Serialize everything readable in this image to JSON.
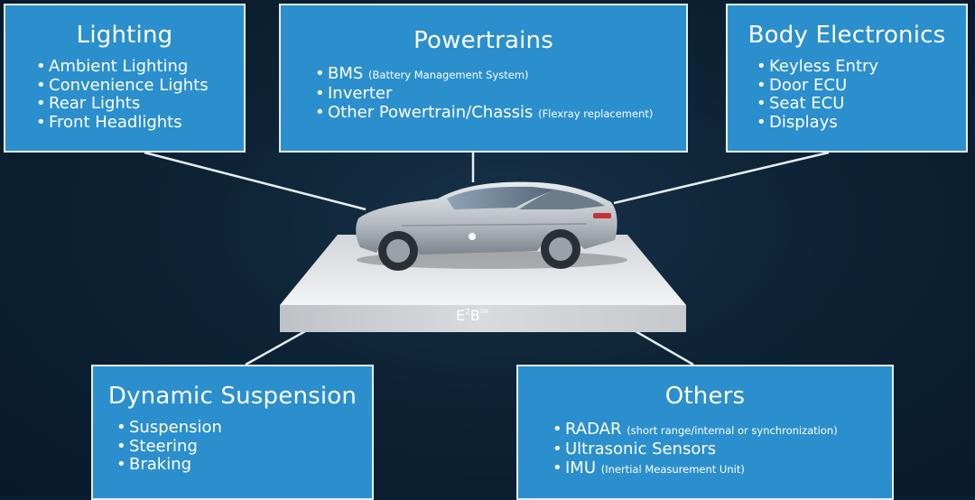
{
  "platform": {
    "label_base": "E",
    "label_exp": "2",
    "label_tail": "B",
    "label_mark": "SM"
  },
  "boxes": {
    "lighting": {
      "title": "Lighting",
      "items": [
        "Ambient Lighting",
        "Convenience Lights",
        "Rear Lights",
        "Front Headlights"
      ]
    },
    "powertrains": {
      "title": "Powertrains",
      "items": [
        {
          "text": "BMS ",
          "note": "(Battery Management System)"
        },
        {
          "text": "Inverter",
          "note": ""
        },
        {
          "text": "Other Powertrain/Chassis ",
          "note": "(Flexray replacement)"
        }
      ]
    },
    "body": {
      "title": "Body Electronics",
      "items": [
        "Keyless Entry",
        "Door ECU",
        "Seat ECU",
        "Displays"
      ]
    },
    "suspension": {
      "title": "Dynamic Suspension",
      "items": [
        "Suspension",
        "Steering",
        "Braking"
      ]
    },
    "others": {
      "title": "Others",
      "items": [
        {
          "text": "RADAR ",
          "note": "(short range/internal or synchronization)"
        },
        {
          "text": "Ultrasonic Sensors",
          "note": ""
        },
        {
          "text": "IMU ",
          "note": "(Inertial Measurement Unit)"
        }
      ]
    }
  },
  "colors": {
    "box_fill": "#2b8fcd",
    "box_border": "#e4eef6",
    "background": "#0b1f30",
    "connector": "#e6edf3"
  }
}
